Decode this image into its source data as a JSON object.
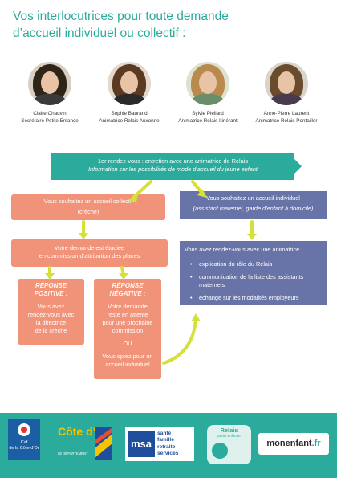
{
  "title": {
    "line1": "Vos interlocutrices pour toute demande",
    "line2": "d’accueil individuel ou collectif :"
  },
  "people": [
    {
      "name": "Claire Chauvin",
      "role": "Secrétaire Petite Enfance"
    },
    {
      "name": "Sophie Baurand",
      "role": "Animatrice Relais Auxonne"
    },
    {
      "name": "Sylvie Piellard",
      "role": "Animatrice Relais Itinérant"
    },
    {
      "name": "Anne-Pierre Laurent",
      "role": "Animatrice Relais Pontailler"
    }
  ],
  "first_meeting": {
    "line1": "1er rendez-vous : entretien avec une animatrice de Relais",
    "line2": "Information sur les possibilités de mode d’accueil du jeune enfant"
  },
  "collective": {
    "line1": "Vous souhaitez un accueil collectif",
    "line2": "(crèche)"
  },
  "individual": {
    "line1": "Vous souhaitez un accueil individuel",
    "line2": "(assistant maternel, garde d’enfant à domicile)"
  },
  "commission": {
    "line1": "Votre demande est étudiée",
    "line2": "en commission d’attribution des places"
  },
  "appointment": {
    "intro": "Vous avez rendez-vous avec une animatrice :",
    "items": [
      "explication du rôle du Relais",
      "communication de la liste des assistants maternels",
      "échange sur les modalités employeurs"
    ]
  },
  "positive": {
    "title1": "RÉPONSE",
    "title2": "POSITIVE :",
    "l1": "Vous avez",
    "l2": "rendez-vous avec",
    "l3": "la directrice",
    "l4": "de la crèche"
  },
  "negative": {
    "title1": "RÉPONSE",
    "title2": "NÉGATIVE :",
    "l1": "Votre demande",
    "l2": "reste en attente",
    "l3": "pour une prochaine",
    "l4": "commission",
    "ou": "OU",
    "l5": "Vous optez pour un",
    "l6": "accueil individuel"
  },
  "footer": {
    "caf_line1": "Caf",
    "caf_line2": "de la Côte-d’Or",
    "cote": "Côte d’Or",
    "cote_sub": "LE DÉPARTEMENT",
    "msa_mark": "msa",
    "msa_lines": [
      "santé",
      "famille",
      "retraite",
      "services"
    ],
    "relais_title": "Relais",
    "relais_sub": "petite enfance",
    "monenfant": "monenfant",
    "monenfant_tld": ".fr"
  },
  "colors": {
    "teal": "#2bab9b",
    "orange": "#f19379",
    "blue": "#6874a8",
    "arrow_yellow": "#d6e03a"
  }
}
